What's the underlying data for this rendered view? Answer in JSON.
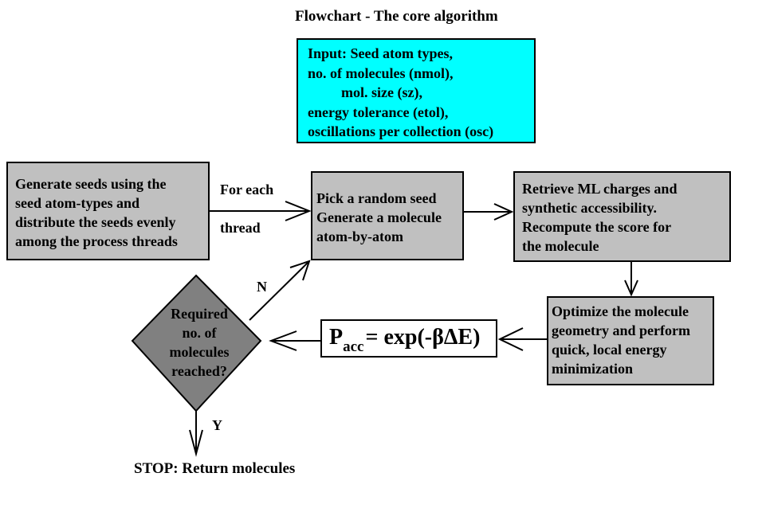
{
  "title": "Flowchart - The core algorithm",
  "input_box": {
    "lines": [
      "Input: Seed atom types,",
      "no. of molecules (nmol),",
      "mol. size (sz),",
      "energy tolerance (etol),",
      "oscillations per collection (osc)"
    ]
  },
  "generate_box": {
    "lines": [
      "Generate seeds using the",
      "seed atom-types and",
      "distribute the seeds evenly",
      "among the process threads"
    ]
  },
  "edge_label_top": "For each",
  "edge_label_bottom": "thread",
  "pick_box": {
    "lines": [
      "Pick a random seed",
      "Generate a molecule",
      "atom-by-atom"
    ]
  },
  "retrieve_box": {
    "lines": [
      "Retrieve ML charges and",
      "synthetic accessibility.",
      "Recompute the score for",
      "the molecule"
    ]
  },
  "optimize_box": {
    "lines": [
      "Optimize the molecule",
      "geometry and perform",
      "quick, local energy",
      "minimization"
    ]
  },
  "formula": {
    "base": "P",
    "subscript": "acc",
    "rest": "= exp(-βΔE)"
  },
  "decision": {
    "lines": [
      "Required",
      "no. of",
      "molecules",
      "reached?"
    ]
  },
  "label_no": "N",
  "label_yes": "Y",
  "stop_text": "STOP: Return molecules",
  "colors": {
    "input_fill": "#00ffff",
    "process_fill": "#c0c0c0",
    "decision_fill": "#808080",
    "stroke": "#000000"
  }
}
